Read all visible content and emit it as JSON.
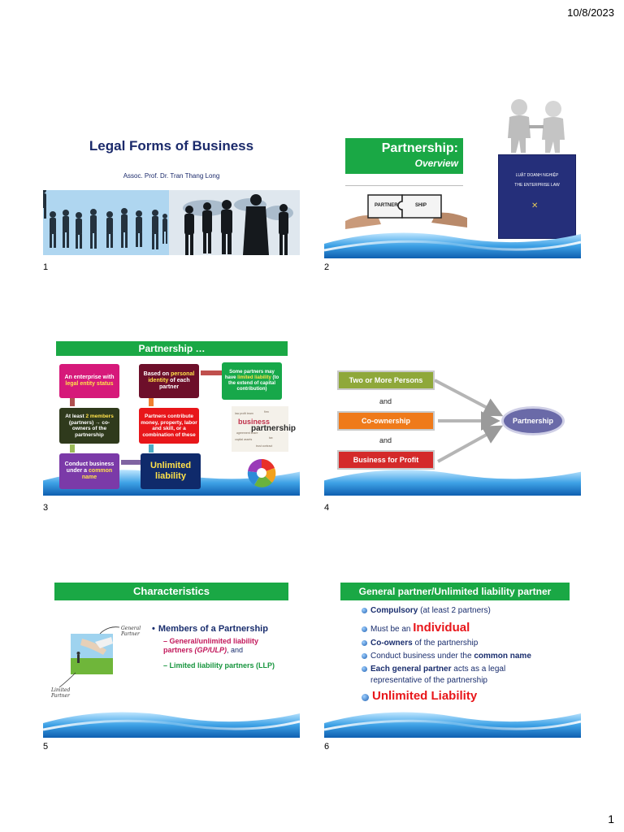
{
  "page": {
    "date": "10/8/2023",
    "page_number": "1"
  },
  "slide_numbers": [
    "1",
    "2",
    "3",
    "4",
    "5",
    "6"
  ],
  "slide1": {
    "title": "Legal Forms of Business",
    "subtitle": "Assoc. Prof. Dr. Tran Thang Long"
  },
  "slide2": {
    "title": "Partnership:",
    "subtitle": "Overview",
    "puzzle_left": "PARTNER",
    "puzzle_right": "SHIP",
    "book_title_1": "LUẬT DOANH NGHIỆP",
    "book_title_2": "THE ENTERPRISE LAW"
  },
  "slide3": {
    "title": "Partnership …",
    "box_entity": [
      "An enterprise with ",
      "legal entity status"
    ],
    "box_identity": [
      "Based on ",
      "personal identity",
      " of each partner"
    ],
    "box_limited": [
      "Some partners may have ",
      "limited liability",
      " (to the extend of capital contribution)"
    ],
    "box_members": [
      "At least ",
      "2 members",
      " (partners) → co-owners of the partnership"
    ],
    "box_contribute": "Partners contribute money, property, labor and skill, or a combination of these",
    "box_common": [
      "Conduct business under a ",
      "common name"
    ],
    "box_unlimited": "Unlimited liability",
    "cloud_word_1": "business",
    "cloud_word_2": "partnership"
  },
  "slide4": {
    "item1": "Two or More Persons",
    "and1": "and",
    "item2": "Co-ownership",
    "and2": "and",
    "item3": "Business for Profit",
    "target": "Partnership",
    "colors": {
      "item1": "#8fa83a",
      "item2": "#ef7a1a",
      "item3": "#d42a2a",
      "target": "#6a6aa8"
    }
  },
  "slide5": {
    "title": "Characteristics",
    "heading": "Members of a Partnership",
    "item1_a": "General/unlimited liability partners ",
    "item1_b": "(GP/ULP)",
    "item1_c": ", and",
    "item2": "Limited liability partners (LLP)",
    "label_general": "General Partner",
    "label_limited": "Limited Partner"
  },
  "slide6": {
    "title": "General partner/Unlimited liability partner",
    "b1_bold": "Compulsory",
    "b1_rest": " (at least 2 partners)",
    "b2_pre": "Must be an ",
    "b2_big": "Individual",
    "b3_bold": "Co-owners",
    "b3_rest": " of the partnership",
    "b4_pre": "Conduct business under the ",
    "b4_bold": "common name",
    "b5_bold": "Each general partner",
    "b5_rest": " acts as a legal",
    "b5_line2": "representative of the partnership",
    "b6": "Unlimited Liability"
  }
}
